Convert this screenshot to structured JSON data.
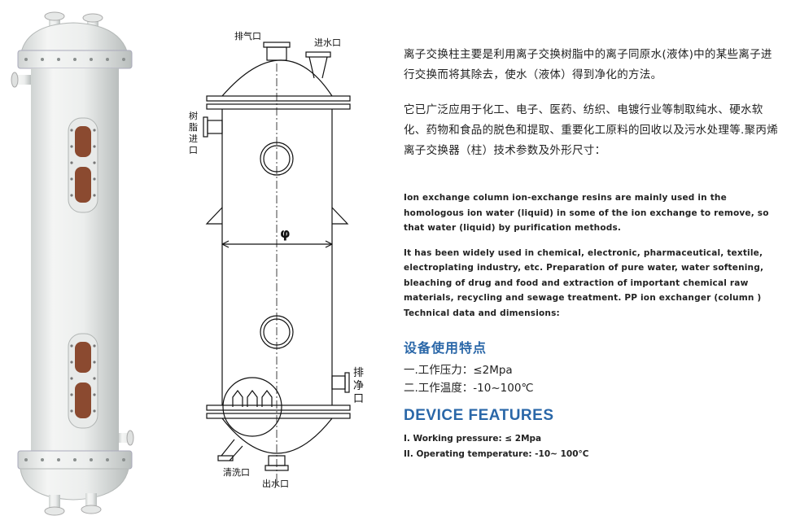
{
  "description": {
    "zh_paragraph_1": "离子交换柱主要是利用离子交换树脂中的离子同原水(液体)中的某些离子进行交换而将其除去，使水（液体）得到净化的方法。",
    "zh_paragraph_2": "它已广泛应用于化工、电子、医药、纺织、电镀行业等制取纯水、硬水软化、药物和食品的脱色和提取、重要化工原料的回收以及污水处理等.聚丙烯离子交换器（柱）技术参数及外形尺寸：",
    "en_paragraph_1": "Ion exchange column ion-exchange resins are mainly used in the homologous ion water (liquid) in some of the ion exchange to remove, so that water (liquid) by purification methods.",
    "en_paragraph_2": "It has been widely used in chemical, electronic, pharmaceutical, textile, electroplating industry, etc. Preparation of pure water, water softening, bleaching of drug and food and extraction of important chemical raw materials, recycling and sewage treatment. PP ion exchanger (column ) Technical data and dimensions:"
  },
  "features_zh": {
    "heading": "设备使用特点",
    "item_1": "一.工作压力：≤2Mpa",
    "item_2": "二.工作温度：-10~100℃"
  },
  "features_en": {
    "heading": "DEVICE FEATURES",
    "item_1": "I.  Working pressure: ≤ 2Mpa",
    "item_2": "II. Operating temperature: -10~ 100°C"
  },
  "diagram": {
    "vent_label": "排气口",
    "inlet_label": "进水口",
    "resin_inlet_label": [
      "树",
      "脂",
      "进",
      "口"
    ],
    "drain_label": [
      "排",
      "净",
      "口"
    ],
    "clean_label": "清洗口",
    "outlet_label": "出水口",
    "diameter_symbol": "φ"
  }
}
